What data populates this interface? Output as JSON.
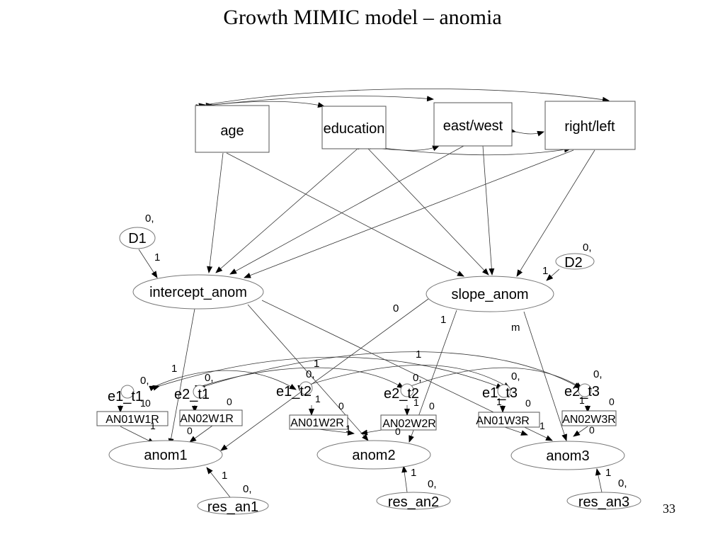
{
  "title": "Growth MIMIC model – anomia",
  "page_number": "33",
  "nodes": {
    "age": "age",
    "education": "education",
    "eastwest": "east/west",
    "rightleft": "right/left",
    "D1": "D1",
    "D2": "D2",
    "intercept": "intercept_anom",
    "slope": "slope_anom",
    "e1_t1": "e1_t1",
    "e2_t1": "e2_t1",
    "e1_t2": "e1_t2",
    "e2_t2": "e2_t2",
    "e1_t3": "e1_t3",
    "e2_t3": "e2_t3",
    "AN01W1R": "AN01W1R",
    "AN02W1R": "AN02W1R",
    "AN01W2R": "AN01W2R",
    "AN02W2R": "AN02W2R",
    "AN01W3R": "AN01W3R",
    "AN02W3R": "AN02W3R",
    "anom1": "anom1",
    "anom2": "anom2",
    "anom3": "anom3",
    "res_an1": "res_an1",
    "res_an2": "res_an2",
    "res_an3": "res_an3"
  },
  "labels": {
    "zero_comma": "0,",
    "one": "1",
    "zero": "0",
    "m": "m"
  }
}
